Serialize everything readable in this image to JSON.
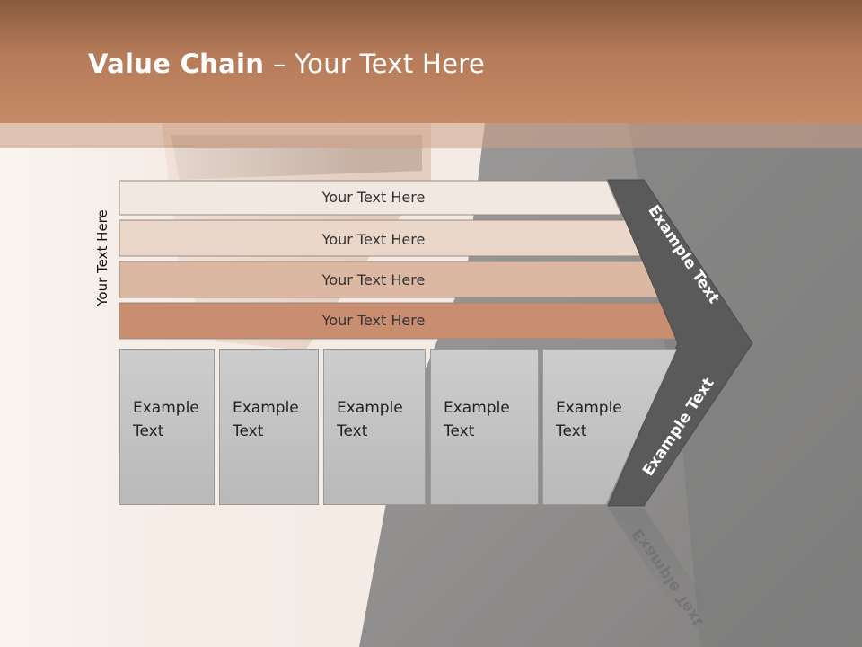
{
  "title": {
    "bold": "Value Chain",
    "rest": " – Your Text Here"
  },
  "side_label": "Your Text Here",
  "bars": [
    {
      "label": "Your Text Here",
      "fill": "#f2e8e2"
    },
    {
      "label": "Your Text Here",
      "fill": "#ebd6ca"
    },
    {
      "label": "Your Text Here",
      "fill": "#dcb8a3"
    },
    {
      "label": "Your Text Here",
      "fill": "#c98d70"
    }
  ],
  "chevron": {
    "top_label": "Example Text",
    "bottom_label": "Example Text",
    "fill": "#5a5a5a"
  },
  "boxes": [
    {
      "line1": "Example",
      "line2": "Text"
    },
    {
      "line1": "Example",
      "line2": "Text"
    },
    {
      "line1": "Example",
      "line2": "Text"
    },
    {
      "line1": "Example",
      "line2": "Text"
    },
    {
      "line1": "Example",
      "line2": "Text"
    }
  ],
  "colors": {
    "header": "#b67c5a",
    "box": "#c2c2c2"
  }
}
